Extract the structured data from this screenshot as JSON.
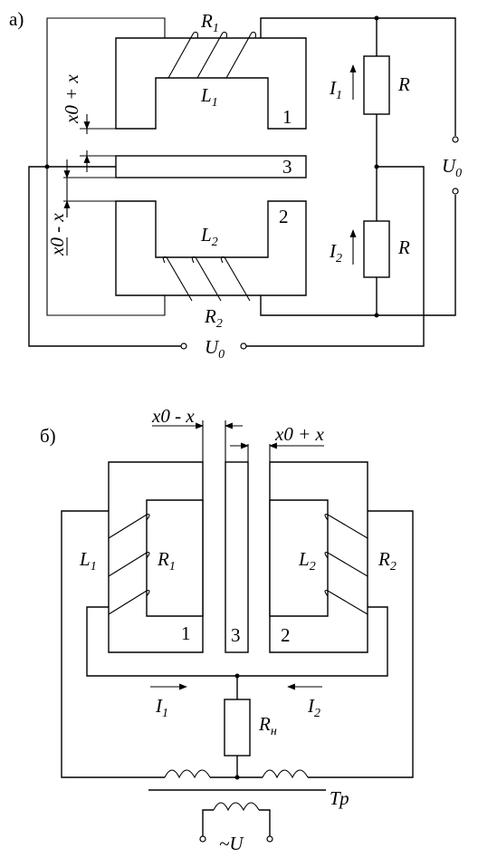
{
  "panel_a": {
    "label": "а)",
    "r1": "R",
    "r1_sub": "1",
    "l1": "L",
    "l1_sub": "1",
    "r2": "R",
    "r2_sub": "2",
    "l2": "L",
    "l2_sub": "2",
    "core1": "1",
    "core2": "2",
    "core3": "3",
    "gap_top": "x0 + x",
    "gap_bottom": "x0 - x",
    "i1": "I",
    "i1_sub": "1",
    "i2": "I",
    "i2_sub": "2",
    "r_top": "R",
    "r_bottom": "R",
    "u0_right": "U",
    "u0_right_sub": "0",
    "u0_bottom": "U",
    "u0_bottom_sub": "0"
  },
  "panel_b": {
    "label": "б)",
    "gap_left": "x0 - x",
    "gap_right": "x0 + x",
    "l1": "L",
    "l1_sub": "1",
    "r1": "R",
    "r1_sub": "1",
    "l2": "L",
    "l2_sub": "2",
    "r2": "R",
    "r2_sub": "2",
    "core1": "1",
    "core2": "2",
    "core3": "3",
    "i1": "I",
    "i1_sub": "1",
    "i2": "I",
    "i2_sub": "2",
    "rn": "R",
    "rn_sub": "н",
    "tp": "Тр",
    "u": "~U"
  }
}
